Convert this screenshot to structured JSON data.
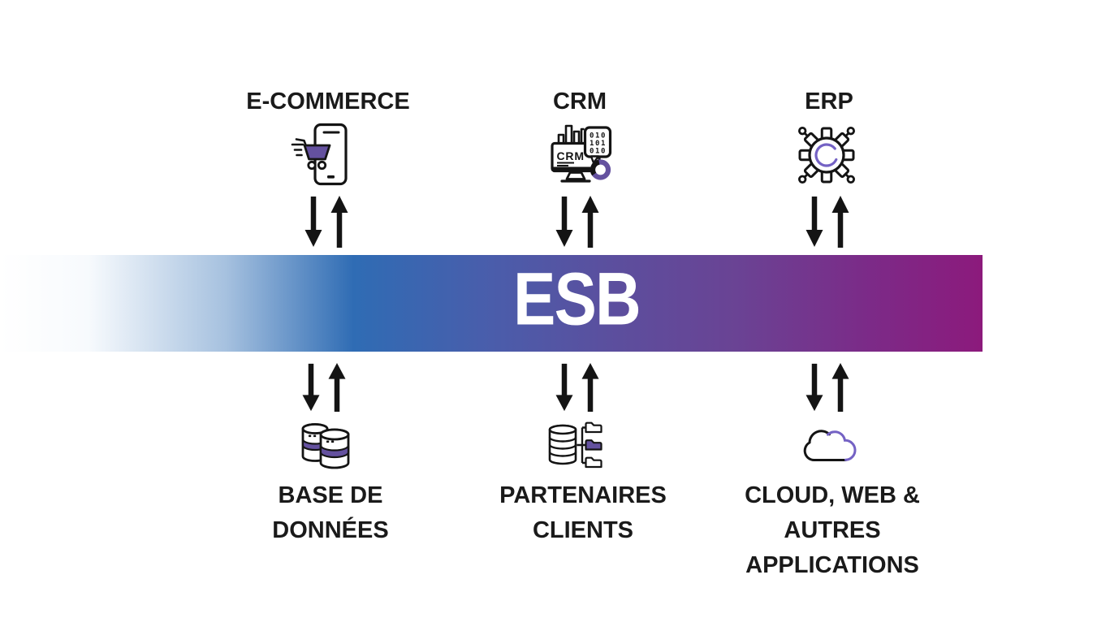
{
  "diagram": {
    "bus": {
      "label": "ESB"
    },
    "top_nodes": [
      {
        "id": "ecommerce",
        "label": "E-COMMERCE",
        "icon": "mobile-commerce-icon"
      },
      {
        "id": "crm",
        "label": "CRM",
        "icon": "crm-monitor-icon"
      },
      {
        "id": "erp",
        "label": "ERP",
        "icon": "erp-gear-icon"
      }
    ],
    "bottom_nodes": [
      {
        "id": "database",
        "label": "BASE DE\nDONNÉES",
        "icon": "database-icon"
      },
      {
        "id": "partners",
        "label": "PARTENAIRES\nCLIENTS",
        "icon": "database-folders-icon"
      },
      {
        "id": "cloud",
        "label": "CLOUD, WEB &\nAUTRES\nAPPLICATIONS",
        "icon": "cloud-icon"
      }
    ],
    "icon_text": {
      "crm_screen": "CRM",
      "binary_rows": [
        "010",
        "101",
        "010"
      ]
    },
    "colors": {
      "accent_purple": "#64519f",
      "accent_purple_light": "#7462c4",
      "bus_blue": "#2f6cb4",
      "bus_magenta": "#8c1a7c",
      "text": "#1a1a1a",
      "bus_text": "#ffffff"
    }
  }
}
